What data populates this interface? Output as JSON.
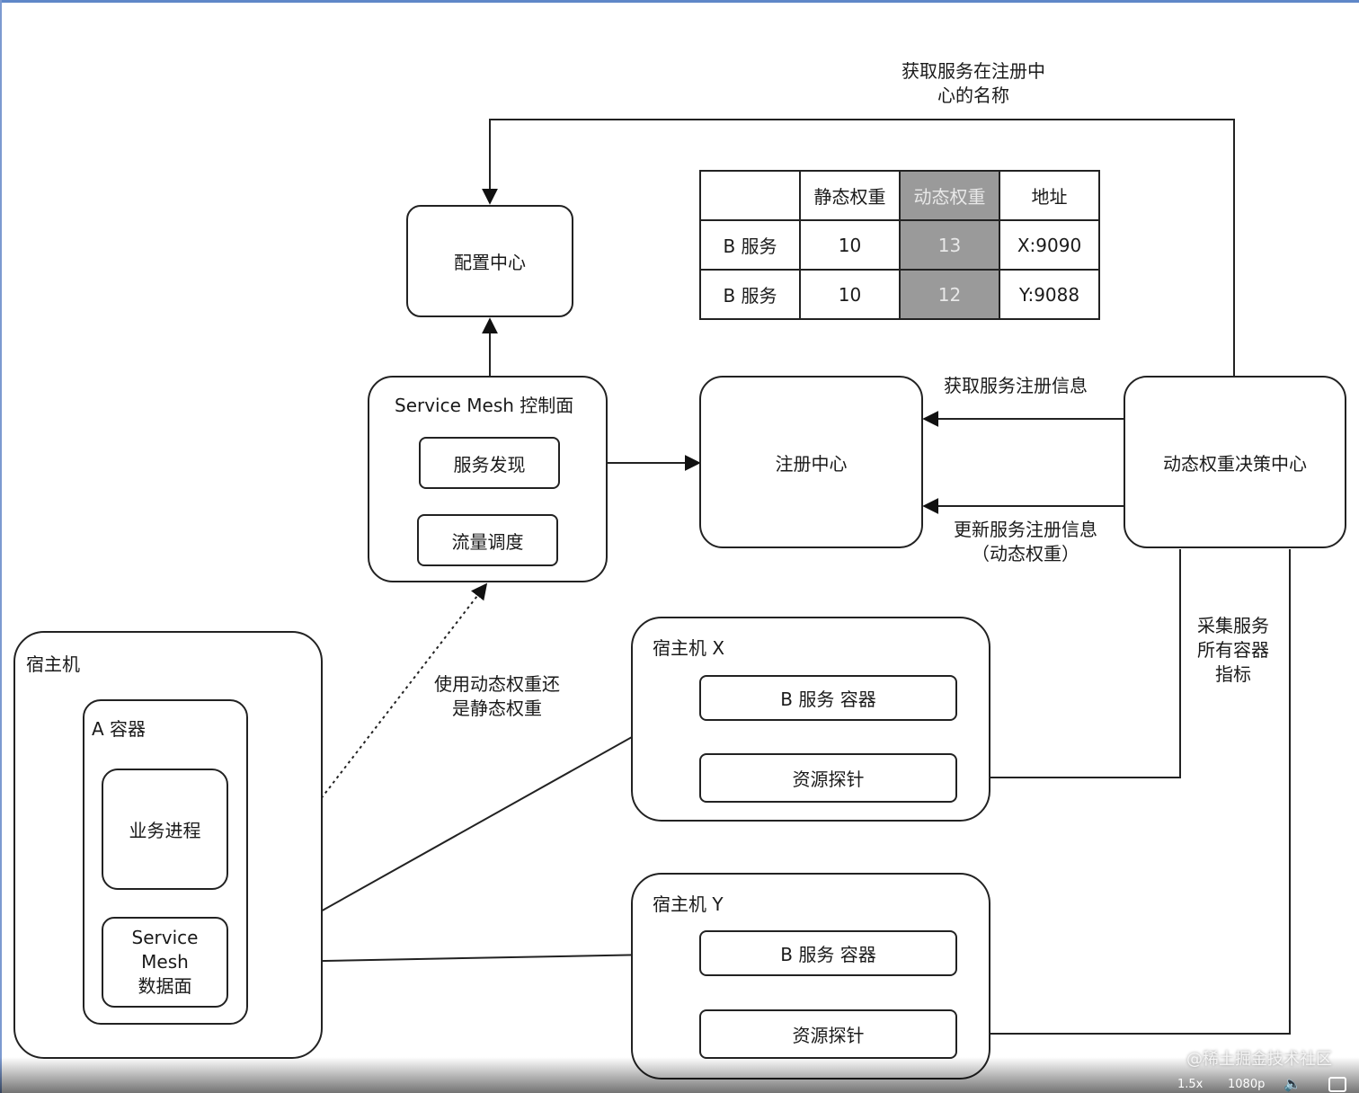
{
  "nodes": {
    "config_center": "配置中心",
    "control_plane": "Service Mesh 控制面",
    "service_discovery": "服务发现",
    "traffic_scheduling": "流量调度",
    "registry_center": "注册中心",
    "decision_center": "动态权重决策中心",
    "host": "宿主机",
    "container_a": "A 容器",
    "business_process": "业务进程",
    "data_plane": [
      "Service",
      "Mesh",
      "数据面"
    ],
    "host_x": "宿主机 X",
    "host_y": "宿主机 Y",
    "b_container_x": "B 服务 容器",
    "probe_x": "资源探针",
    "b_container_y": "B 服务 容器",
    "probe_y": "资源探针"
  },
  "edges": {
    "get_name": [
      "获取服务在注册中",
      "心的名称"
    ],
    "get_registry": "获取服务注册信息",
    "update_registry": [
      "更新服务注册信息",
      "（动态权重）"
    ],
    "collect": [
      "采集服务",
      "所有容器",
      "指标"
    ],
    "use_weight": [
      "使用动态权重还",
      "是静态权重"
    ]
  },
  "weight_table": {
    "headers": [
      "",
      "静态权重",
      "动态权重",
      "地址"
    ],
    "rows": [
      [
        "B 服务",
        "10",
        "13",
        "X:9090"
      ],
      [
        "B 服务",
        "10",
        "12",
        "Y:9088"
      ]
    ]
  },
  "player": {
    "watermark": "@稀土掘金技术社区",
    "speed": "1.5x",
    "quality": "1080p"
  }
}
